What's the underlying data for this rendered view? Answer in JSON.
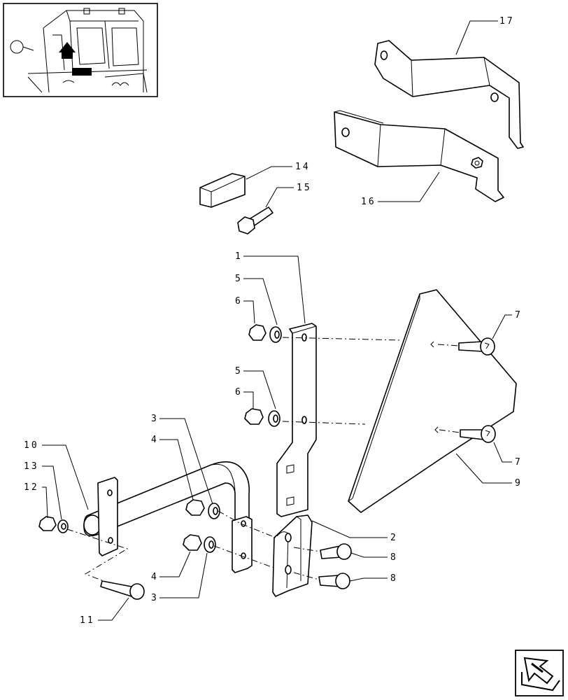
{
  "callouts": {
    "c1": "1",
    "c2": "2",
    "c3a": "3",
    "c3b": "3",
    "c4a": "4",
    "c4b": "4",
    "c5a": "5",
    "c5b": "5",
    "c6a": "6",
    "c6b": "6",
    "c7a": "7",
    "c7b": "7",
    "c8a": "8",
    "c8b": "8",
    "c9": "9",
    "c10": "10",
    "c11": "11",
    "c12": "12",
    "c13": "13",
    "c14": "14",
    "c15": "15",
    "c16": "16",
    "c17": "17"
  },
  "icons": {
    "thumbnail": "tractor-cab-location-thumbnail",
    "nav": "next-page-arrow-icon"
  }
}
